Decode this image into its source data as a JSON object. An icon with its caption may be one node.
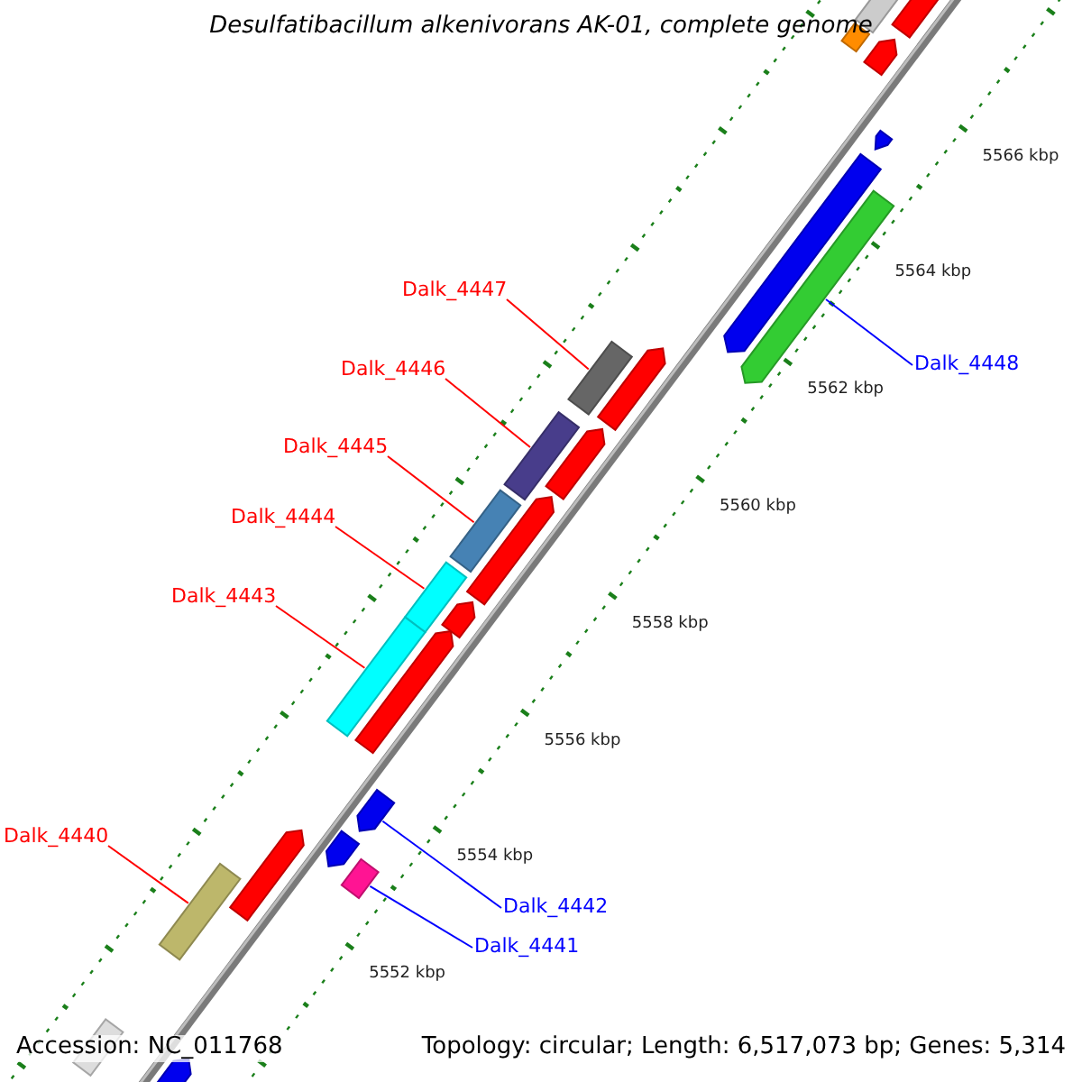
{
  "diagram": {
    "title": "Desulfatibacillum alkenivorans AK-01, complete genome",
    "nodes": [
      {
        "text": [
          "Dalk_4447"
        ]
      },
      {
        "text": [],
        "shape": "bar"
      },
      {
        "text": [
          "Dalk_4446"
        ]
      },
      {
        "text": [],
        "shape": "bar"
      },
      {
        "text": [
          "Dalk_4448"
        ]
      },
      {
        "text": [],
        "shape": "bar"
      },
      {
        "text": [
          "Dalk_4445"
        ]
      },
      {
        "text": [],
        "shape": "bar"
      },
      {
        "text": [
          "Dalk_4444"
        ]
      },
      {
        "text": [],
        "shape": "bar"
      },
      {
        "text": [
          "Dalk_4443"
        ]
      },
      {
        "text": [],
        "shape": "bar"
      },
      {
        "text": [
          "Dalk_4440"
        ]
      },
      {
        "text": [],
        "shape": "bar"
      },
      {
        "text": [
          "Dalk_4442"
        ]
      },
      {
        "text": [],
        "shape": "bar"
      },
      {
        "text": [
          "Dalk_4441"
        ]
      },
      {
        "text": [],
        "shape": "bar"
      },
      {
        "text": [],
        "shape": "bar"
      }
    ],
    "edges": [
      {
        "from": 0,
        "to": 1,
        "arrow": "none"
      },
      {
        "from": 2,
        "to": 3,
        "arrow": "none"
      },
      {
        "from": 4,
        "to": 5,
        "arrow": "none",
        "color": "#0000ff"
      },
      {
        "from": 6,
        "to": 7,
        "arrow": "none"
      },
      {
        "from": 8,
        "to": 9,
        "arrow": "none"
      },
      {
        "from": 10,
        "to": 11,
        "arrow": "none"
      },
      {
        "from": 12,
        "to": 13,
        "arrow": "none"
      },
      {
        "from": 14,
        "to": 15,
        "arrow": "none",
        "color": "#0000ff"
      },
      {
        "from": 16,
        "to": 17,
        "arrow": "none",
        "color": "#0000ff"
      }
    ],
    "labels": [
      "5566 kbp",
      "5564 kbp",
      "5562 kbp",
      "5560 kbp",
      "5558 kbp",
      "5556 kbp",
      "5554 kbp",
      "5552 kbp",
      "Accession: NC_011768",
      "Topology: circular; Length: 6,517,073 bp; Genes: 5,314"
    ]
  }
}
